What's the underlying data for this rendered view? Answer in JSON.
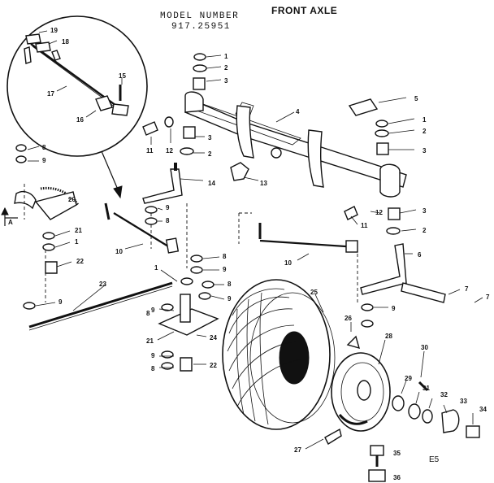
{
  "title": "FRONT AXLE",
  "model_label": "MODEL NUMBER",
  "model_number": "917.25951",
  "diagram_code": "E5",
  "view_marker": "A",
  "callouts": [
    {
      "id": "c1a",
      "label": "1"
    },
    {
      "id": "c2a",
      "label": "2"
    },
    {
      "id": "c3a",
      "label": "3"
    },
    {
      "id": "c4",
      "label": "4"
    },
    {
      "id": "c5",
      "label": "5"
    },
    {
      "id": "c1b",
      "label": "1"
    },
    {
      "id": "c2b",
      "label": "2"
    },
    {
      "id": "c3b",
      "label": "3"
    },
    {
      "id": "c3c",
      "label": "3"
    },
    {
      "id": "c2c",
      "label": "2"
    },
    {
      "id": "c12a",
      "label": "12"
    },
    {
      "id": "c11a",
      "label": "11"
    },
    {
      "id": "c13",
      "label": "13"
    },
    {
      "id": "c14",
      "label": "14"
    },
    {
      "id": "c3d",
      "label": "3"
    },
    {
      "id": "c12b",
      "label": "12"
    },
    {
      "id": "c11b",
      "label": "11"
    },
    {
      "id": "c2d",
      "label": "2"
    },
    {
      "id": "c6",
      "label": "6"
    },
    {
      "id": "c7a",
      "label": "7"
    },
    {
      "id": "c7b",
      "label": "7"
    },
    {
      "id": "c19",
      "label": "19"
    },
    {
      "id": "c18",
      "label": "18"
    },
    {
      "id": "c17",
      "label": "17"
    },
    {
      "id": "c16",
      "label": "16"
    },
    {
      "id": "c15",
      "label": "15"
    },
    {
      "id": "c8a",
      "label": "8"
    },
    {
      "id": "c9a",
      "label": "9"
    },
    {
      "id": "c20",
      "label": "20"
    },
    {
      "id": "c21a",
      "label": "21"
    },
    {
      "id": "c1c",
      "label": "1"
    },
    {
      "id": "c22a",
      "label": "22"
    },
    {
      "id": "c9b",
      "label": "9"
    },
    {
      "id": "c8b",
      "label": "8"
    },
    {
      "id": "c10a",
      "label": "10"
    },
    {
      "id": "c23",
      "label": "23"
    },
    {
      "id": "c9c",
      "label": "9"
    },
    {
      "id": "c8c",
      "label": "8"
    },
    {
      "id": "c9d",
      "label": "9"
    },
    {
      "id": "c8d",
      "label": "8"
    },
    {
      "id": "c9e",
      "label": "9"
    },
    {
      "id": "c8e",
      "label": "8"
    },
    {
      "id": "c1d",
      "label": "1"
    },
    {
      "id": "c9f",
      "label": "9"
    },
    {
      "id": "c24",
      "label": "24"
    },
    {
      "id": "c21b",
      "label": "21"
    },
    {
      "id": "c9g",
      "label": "9"
    },
    {
      "id": "c8f",
      "label": "8"
    },
    {
      "id": "c22b",
      "label": "22"
    },
    {
      "id": "c10b",
      "label": "10"
    },
    {
      "id": "c25",
      "label": "25"
    },
    {
      "id": "c9h",
      "label": "9"
    },
    {
      "id": "c26",
      "label": "26"
    },
    {
      "id": "c28",
      "label": "28"
    },
    {
      "id": "c30",
      "label": "30"
    },
    {
      "id": "c29",
      "label": "29"
    },
    {
      "id": "c31",
      "label": "31"
    },
    {
      "id": "c32",
      "label": "32"
    },
    {
      "id": "c33",
      "label": "33"
    },
    {
      "id": "c34",
      "label": "34"
    },
    {
      "id": "c27",
      "label": "27"
    },
    {
      "id": "c35",
      "label": "35"
    },
    {
      "id": "c36",
      "label": "36"
    }
  ]
}
